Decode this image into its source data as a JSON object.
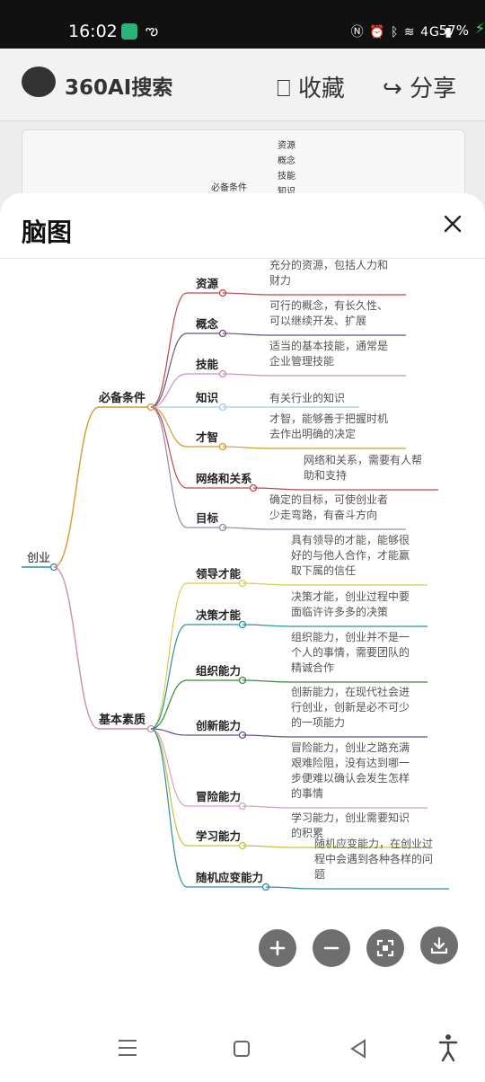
{
  "status": {
    "time": "16:02",
    "battery": "57%",
    "network": "4G"
  },
  "bg": {
    "app_name": "360AI搜索",
    "fav_label": "收藏",
    "share_label": "分享",
    "mini_root": "必备条件",
    "mini_items": [
      "资源",
      "概念",
      "技能",
      "知识"
    ]
  },
  "modal": {
    "title": "脑图"
  },
  "mindmap": {
    "root": "创业",
    "branches": [
      {
        "label": "必备条件",
        "items": [
          {
            "label": "资源",
            "lines": [
              "充分的资源，包括人力和",
              "财力"
            ],
            "color": "#c0474a"
          },
          {
            "label": "概念",
            "lines": [
              "可行的概念，有长久性、",
              "可以继续开发、扩展"
            ],
            "color": "#6a4f8c"
          },
          {
            "label": "技能",
            "lines": [
              "适当的基本技能，通常是",
              "企业管理技能"
            ],
            "color": "#c98fb8"
          },
          {
            "label": "知识",
            "lines": [
              "有关行业的知识"
            ],
            "color": "#a6c9e8"
          },
          {
            "label": "才智",
            "lines": [
              "才智，能够善于把握时机",
              "去作出明确的决定"
            ],
            "color": "#d49a30"
          },
          {
            "label": "网络和关系",
            "lines": [
              "网络和关系，需要有人帮",
              "助和支持"
            ],
            "color": "#c0474a"
          },
          {
            "label": "目标",
            "lines": [
              "确定的目标，可使创业者",
              "少走弯路，有奋斗方向"
            ],
            "color": "#9b86ad"
          }
        ]
      },
      {
        "label": "基本素质",
        "items": [
          {
            "label": "领导才能",
            "lines": [
              "具有领导的才能，能够很",
              "好的与他人合作，才能赢",
              "取下属的信任"
            ],
            "color": "#d7cf4a"
          },
          {
            "label": "决策才能",
            "lines": [
              "决策才能，创业过程中要",
              "面临许许多多的决策"
            ],
            "color": "#2b8fa8"
          },
          {
            "label": "组织能力",
            "lines": [
              "组织能力，创业并不是一",
              "个人的事情，需要团队的",
              "精诚合作"
            ],
            "color": "#3a8a3a"
          },
          {
            "label": "创新能力",
            "lines": [
              "创新能力，在现代社会进",
              "行创业，创新是必不可少",
              "的一项能力"
            ],
            "color": "#6a4f8c"
          },
          {
            "label": "冒险能力",
            "lines": [
              "冒险能力，创业之路充满",
              "艰难险阻，没有达到哪一",
              "步便难以确认会发生怎样",
              "的事情"
            ],
            "color": "#d9a0c8"
          },
          {
            "label": "学习能力",
            "lines": [
              "学习能力，创业需要知识",
              "的积累"
            ],
            "color": "#c4c23a"
          },
          {
            "label": "随机应变能力",
            "lines": [
              "随机应变能力，在创业过",
              "程中会遇到各种各样的问",
              "题"
            ],
            "color": "#2b8fa8"
          }
        ]
      }
    ]
  }
}
